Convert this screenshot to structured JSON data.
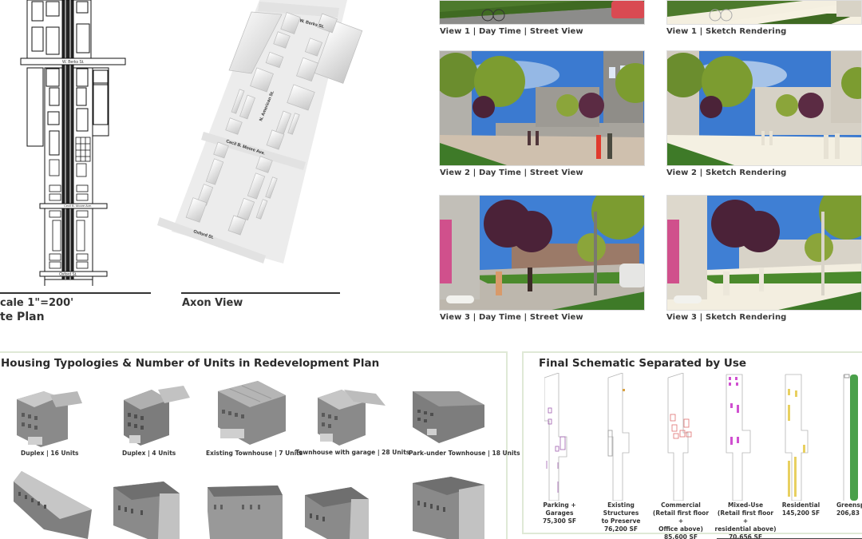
{
  "site_plan": {
    "streets": [
      "W. Berks St.",
      "Cecil B. Moore Ave.",
      "Oxford St."
    ],
    "scale": "cale 1\"=200'",
    "title": "te Plan"
  },
  "axon_view": {
    "title": "Axon View",
    "streets": [
      "W. Berks St.",
      "N. American St.",
      "Cecil B. Moore Ave.",
      "Oxford St."
    ]
  },
  "renderings": [
    {
      "view": "View 1",
      "day": "View 1 | Day Time | Street View",
      "sketch": "View 1 | Sketch Rendering"
    },
    {
      "view": "View 2",
      "day": "View 2 | Day Time | Street View",
      "sketch": "View 2 | Sketch Rendering"
    },
    {
      "view": "View 3",
      "day": "View 3 | Day Time | Street View",
      "sketch": "View 3 | Sketch Rendering"
    }
  ],
  "housing": {
    "title": "Housing Typologies & Number of Units in Redevelopment Plan",
    "types": [
      {
        "label": "Duplex | 16 Units",
        "name": "Duplex",
        "units": 16
      },
      {
        "label": "Duplex | 4 Units",
        "name": "Duplex",
        "units": 4
      },
      {
        "label": "Existing Townhouse | 7 Units",
        "name": "Existing Townhouse",
        "units": 7
      },
      {
        "label": "Townhouse with garage | 28 Units",
        "name": "Townhouse with garage",
        "units": 28
      },
      {
        "label": "Park-under Townhouse | 18 Units",
        "name": "Park-under Townhouse",
        "units": 18
      }
    ]
  },
  "schematic": {
    "title": "Final Schematic Separated by Use",
    "uses": [
      {
        "label": "Parking + Garages",
        "area": "75,300 SF",
        "color": "#a060b0"
      },
      {
        "label": "Existing Structures\nto Preserve",
        "area": "76,200 SF",
        "color": "#d9a040"
      },
      {
        "label": "Commercial\n(Retail first floor +\nOffice above)",
        "area": "85,600 SF",
        "color": "#e07070"
      },
      {
        "label": "Mixed-Use\n(Retail first floor +\nresidential above)",
        "area": "70,656 SF",
        "color": "#d050d0"
      },
      {
        "label": "Residential",
        "area": "145,200 SF",
        "color": "#e8d060"
      },
      {
        "label": "Greensp",
        "area": "206,83",
        "color": "#4aa04a"
      }
    ]
  },
  "colors": {
    "panel_border": "#dfe9d6",
    "text": "#2b2b2b"
  }
}
